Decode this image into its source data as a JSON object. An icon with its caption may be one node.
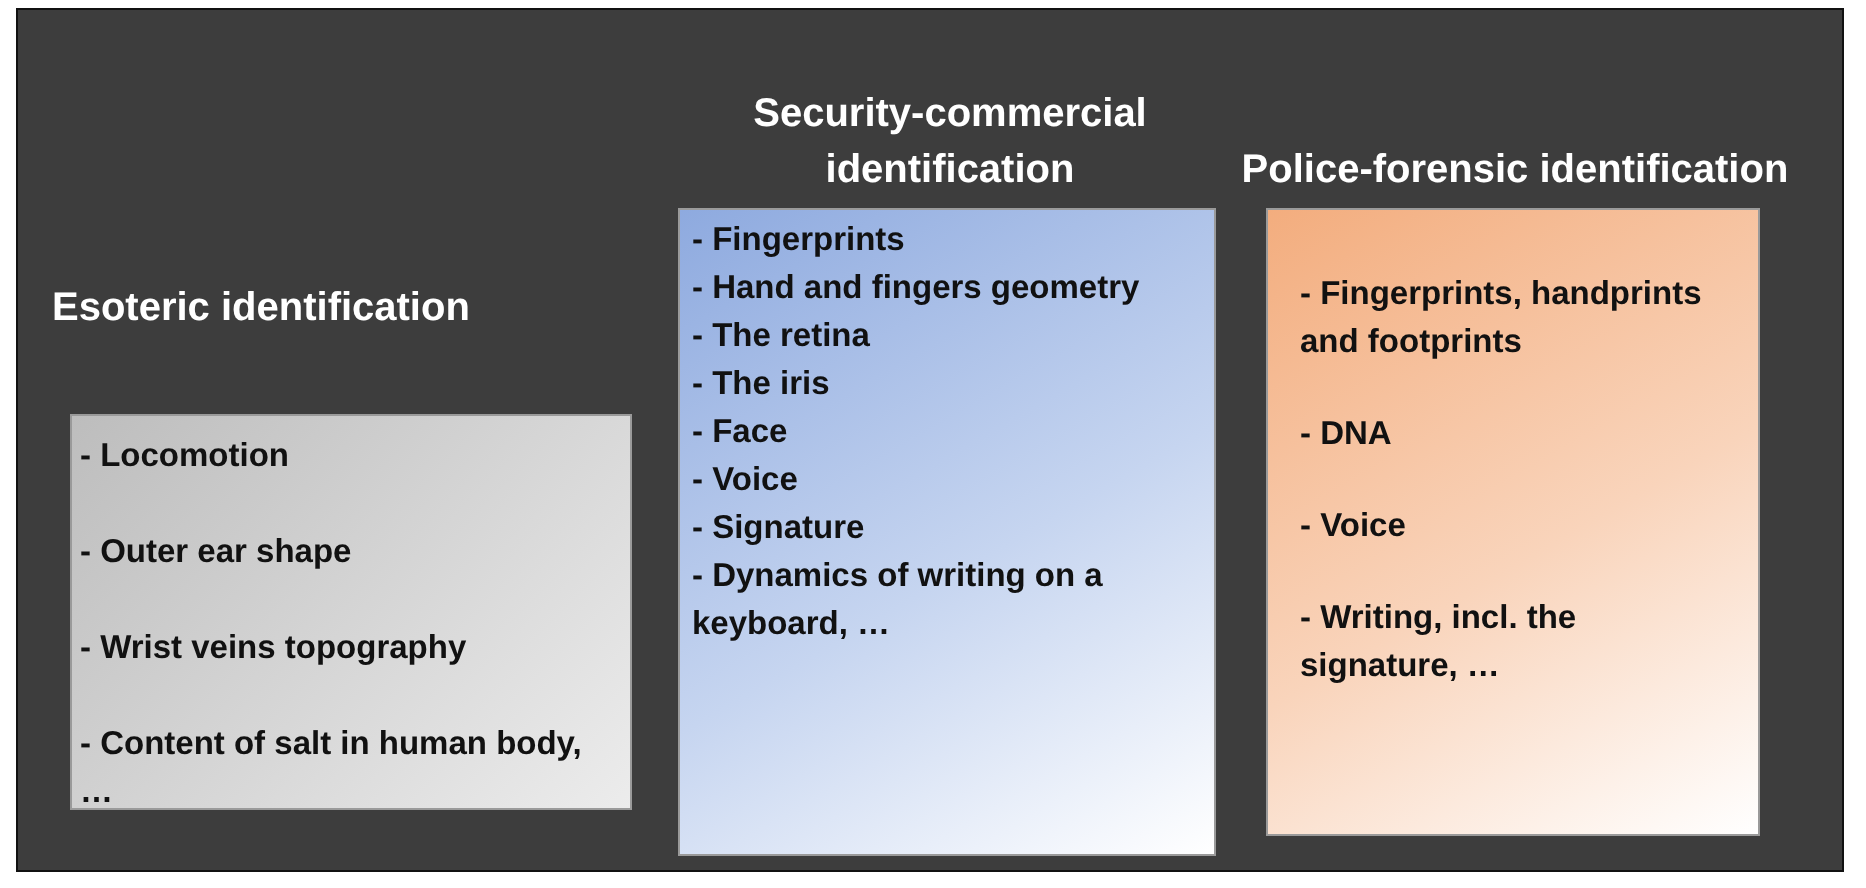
{
  "diagram": {
    "nodes": [
      {
        "text": [
          "Esoteric identification",
          "- Locomotion",
          "- Outer ear shape",
          "- Wrist veins topography",
          "- Content of salt in human body, …"
        ]
      },
      {
        "text": [
          "Security-commercial identification",
          "- Fingerprints",
          "- Hand and fingers geometry",
          "- The retina",
          "- The iris",
          "- Face",
          "- Voice",
          "- Signature",
          "- Dynamics of writing on a keyboard, …"
        ]
      },
      {
        "text": [
          "Police-forensic identification",
          "- Fingerprints, handprints and footprints",
          "- DNA",
          "- Voice",
          "- Writing, incl. the signature, …"
        ]
      }
    ]
  }
}
